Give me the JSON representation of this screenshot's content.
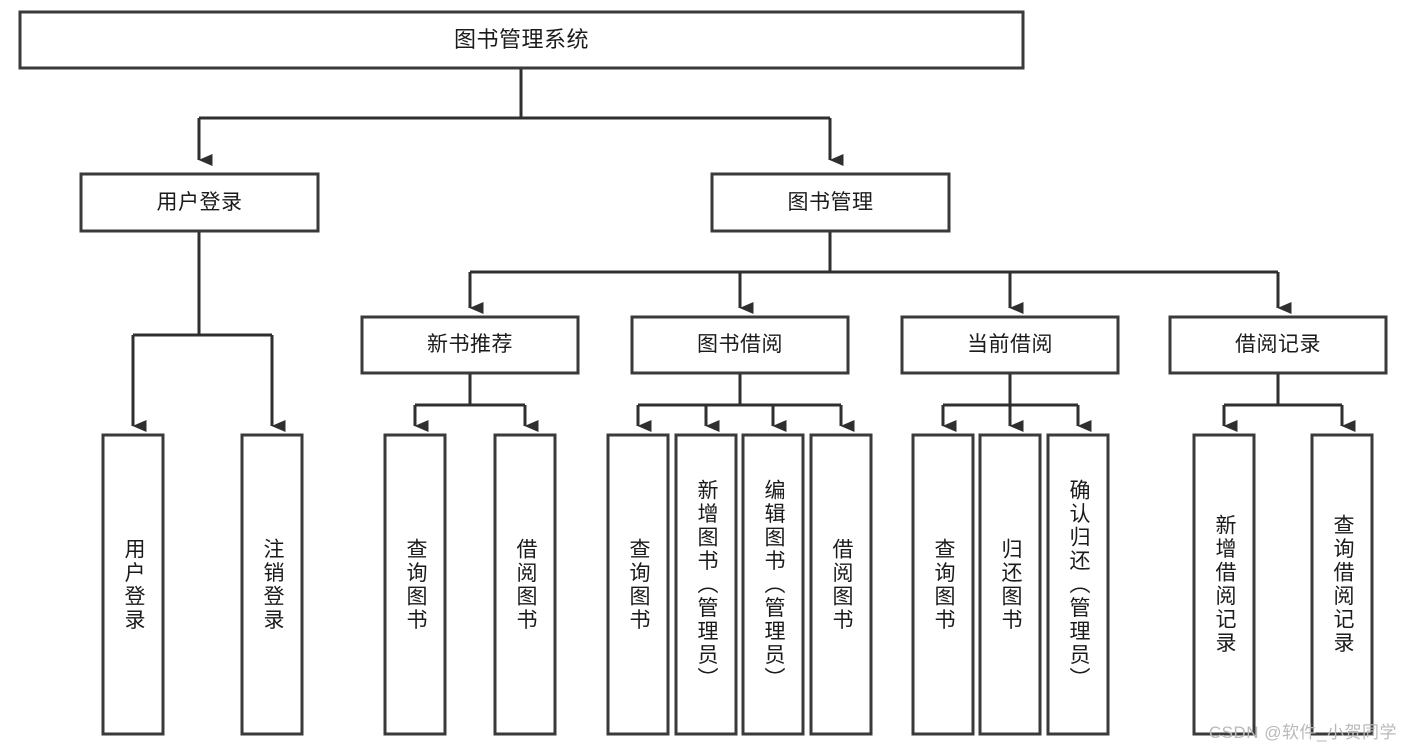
{
  "diagram": {
    "title": "图书管理系统",
    "type": "tree-hierarchy",
    "watermark": "CSDN @软件_小贺同学",
    "colors": {
      "box_stroke": "#3a3a3a",
      "connector": "#2f2f2f",
      "background": "#ffffff",
      "text": "#1b1b1b",
      "watermark": "#b9b9b9"
    },
    "nodes": {
      "root": {
        "label": "图书管理系统",
        "level": 1,
        "orientation": "horizontal"
      },
      "level2": [
        {
          "id": "user-login",
          "label": "用户登录",
          "orientation": "horizontal"
        },
        {
          "id": "book-management",
          "label": "图书管理",
          "orientation": "horizontal"
        }
      ],
      "level3": [
        {
          "id": "new-book-recommend",
          "label": "新书推荐",
          "orientation": "horizontal",
          "parent": "book-management"
        },
        {
          "id": "book-borrow",
          "label": "图书借阅",
          "orientation": "horizontal",
          "parent": "book-management"
        },
        {
          "id": "current-borrow",
          "label": "当前借阅",
          "orientation": "horizontal",
          "parent": "book-management"
        },
        {
          "id": "borrow-record",
          "label": "借阅记录",
          "orientation": "horizontal",
          "parent": "book-management"
        }
      ],
      "leaves": [
        {
          "id": "leaf-user-login",
          "label": "用户登录",
          "parent": "user-login"
        },
        {
          "id": "leaf-logout-login",
          "label": "注销登录",
          "parent": "user-login"
        },
        {
          "id": "leaf-query-book-1",
          "label": "查询图书",
          "parent": "new-book-recommend"
        },
        {
          "id": "leaf-borrow-book-1",
          "label": "借阅图书",
          "parent": "new-book-recommend"
        },
        {
          "id": "leaf-query-book-2",
          "label": "查询图书",
          "parent": "book-borrow"
        },
        {
          "id": "leaf-add-book",
          "label": "新增图书（管理员）",
          "parent": "book-borrow"
        },
        {
          "id": "leaf-edit-book",
          "label": "编辑图书（管理员）",
          "parent": "book-borrow"
        },
        {
          "id": "leaf-borrow-book-2",
          "label": "借阅图书",
          "parent": "book-borrow"
        },
        {
          "id": "leaf-query-book-3",
          "label": "查询图书",
          "parent": "current-borrow"
        },
        {
          "id": "leaf-return-book",
          "label": "归还图书",
          "parent": "current-borrow"
        },
        {
          "id": "leaf-confirm-return",
          "label": "确认归还（管理员）",
          "parent": "current-borrow"
        },
        {
          "id": "leaf-add-record",
          "label": "新增借阅记录",
          "parent": "borrow-record"
        },
        {
          "id": "leaf-query-record",
          "label": "查询借阅记录",
          "parent": "borrow-record"
        }
      ]
    }
  }
}
